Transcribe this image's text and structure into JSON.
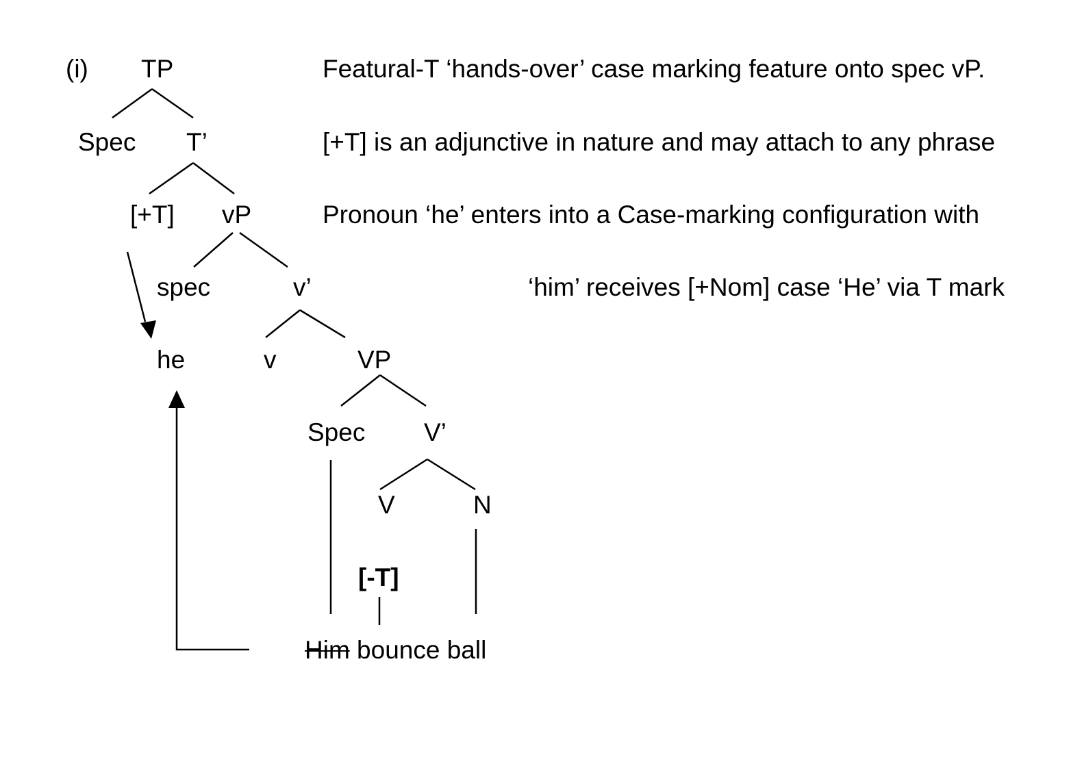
{
  "tree": {
    "example_label": "(i)",
    "nodes": {
      "tp": "TP",
      "spec_tp": "Spec",
      "t_bar": "T’",
      "plus_t": "[+T]",
      "vp_small": "vP",
      "spec_vp": "spec",
      "v_bar_small": "v’",
      "he": "he",
      "v_small": "v",
      "vp_big": "VP",
      "spec_vp_big": "Spec",
      "v_bar_big": "V’",
      "v_head": "V",
      "n_head": "N",
      "minus_t": "[-T]"
    },
    "sentence": {
      "struck_word": "Him",
      "rest": "bounce ball"
    }
  },
  "notes": [
    "Featural-T ‘hands-over’ case marking feature onto spec vP.",
    "[+T] is an adjunctive in nature and may attach to any phrase",
    "Pronoun ‘he’ enters into a Case-marking configuration with",
    "‘him’ receives [+Nom] case ‘He’   via T mark"
  ]
}
